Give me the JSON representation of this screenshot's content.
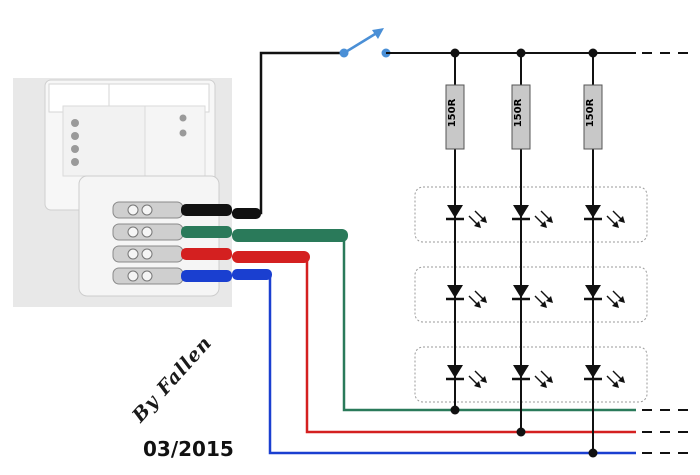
{
  "resistor_label": "150R",
  "signature": "By Fallen",
  "date": "03/2015",
  "led_columns": 3,
  "led_rows": 3,
  "wire_colors": {
    "black": "#111111",
    "green": "#2a7a5a",
    "red": "#d42020",
    "blue": "#1a3fd0",
    "switch": "#4a8fd6",
    "resistor": "#c8c8c8"
  }
}
